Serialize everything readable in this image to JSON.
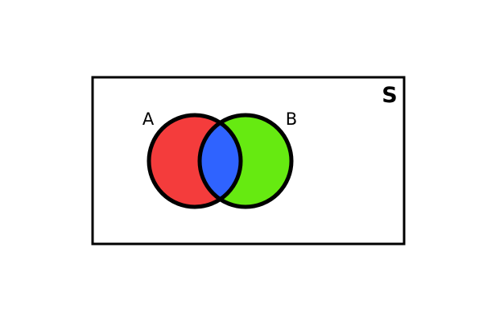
{
  "diagram": {
    "type": "venn",
    "universe": {
      "label": "S",
      "fill": "#ffffff",
      "stroke": "#000000"
    },
    "sets": [
      {
        "label": "A",
        "fill": "#f43c3c"
      },
      {
        "label": "B",
        "fill": "#66ea11"
      }
    ],
    "intersection": {
      "fill": "#2f63ff"
    },
    "outline_color": "#000000"
  }
}
